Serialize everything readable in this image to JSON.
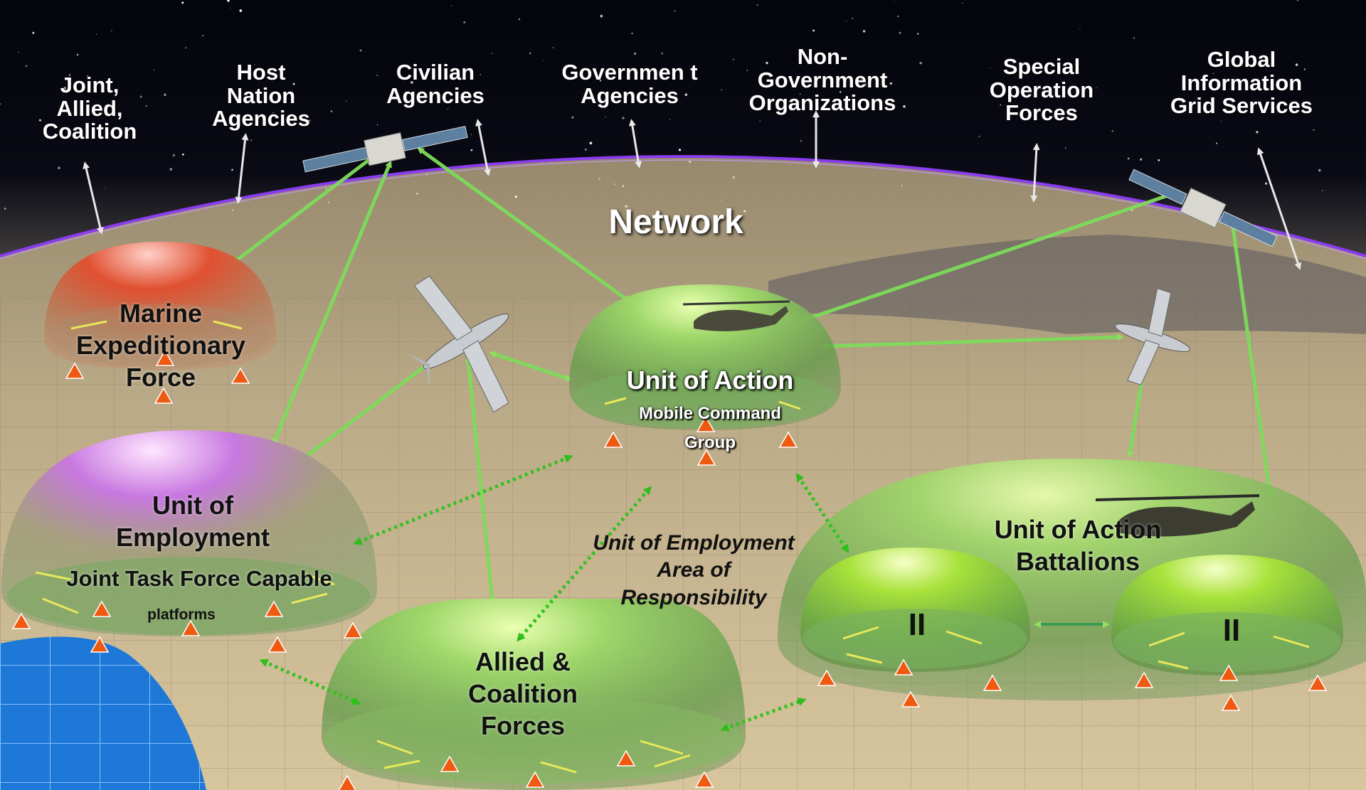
{
  "title": "Network",
  "top_labels": {
    "joint": "Joint, Allied, Coalition",
    "host": "Host Nation Agencies",
    "civilian": "Civilian Agencies",
    "government": "Governmen t Agencies",
    "ngo": "Non-Government Organizations",
    "sof": "Special Operation Forces",
    "gig": "Global Information Grid Services"
  },
  "domes": {
    "marine": {
      "name": "Marine Expeditionary Force"
    },
    "uoe": {
      "name": "Unit of Employment",
      "sub": "Joint Task Force Capable",
      "sub2": "platforms"
    },
    "allied": {
      "name": "Allied & Coalition Forces"
    },
    "uoa_cmd": {
      "name": "Unit of Action",
      "sub": "Mobile Command Group"
    },
    "uoa_bn": {
      "name": "Unit of Action Battalions",
      "mark_left": "II",
      "mark_right": "II"
    }
  },
  "area_label": "Unit of Employment Area of Responsibility",
  "colors": {
    "link": "#7ddc5a",
    "dotted_link": "#33c21f",
    "marker": "#f05a10",
    "network_arc": "#8a3cf0",
    "ground": "#c8b48a",
    "sea": "#1e78d8"
  }
}
